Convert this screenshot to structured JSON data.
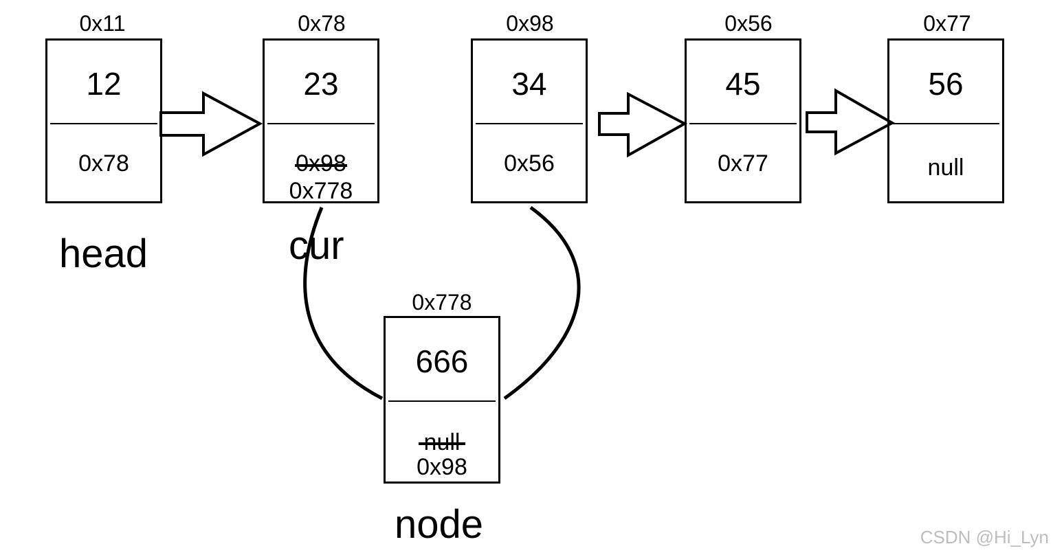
{
  "nodes": [
    {
      "addr": "0x11",
      "value": "12",
      "next": "0x78"
    },
    {
      "addr": "0x78",
      "value": "23",
      "next_old": "0x98",
      "next": "0x778"
    },
    {
      "addr": "0x98",
      "value": "34",
      "next": "0x56"
    },
    {
      "addr": "0x56",
      "value": "45",
      "next": "0x77"
    },
    {
      "addr": "0x77",
      "value": "56",
      "next": "null"
    }
  ],
  "new_node": {
    "addr": "0x778",
    "value": "666",
    "next_old": "null",
    "next": "0x98"
  },
  "labels": {
    "head": "head",
    "cur": "cur",
    "node": "node"
  },
  "watermark": "CSDN @Hi_Lyn"
}
